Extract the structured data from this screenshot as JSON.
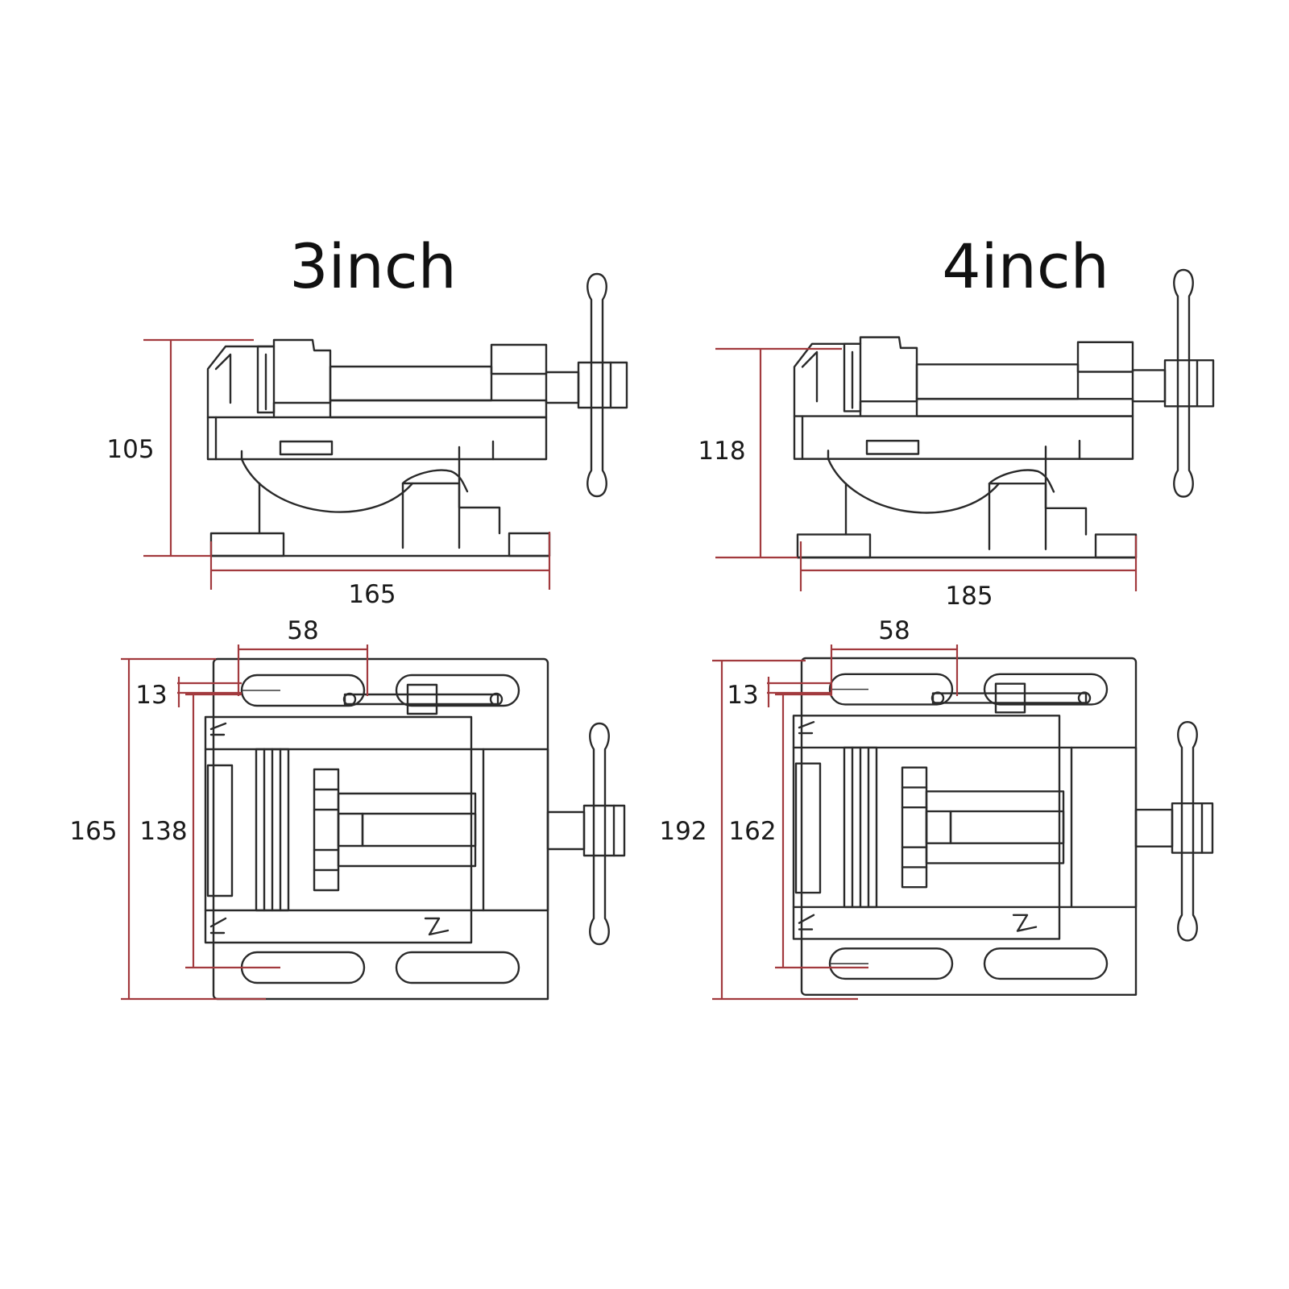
{
  "colors": {
    "outline": "#2a2a2a",
    "dimension_line": "#a23a3e",
    "background": "#ffffff"
  },
  "vise_3inch": {
    "title": "3inch",
    "side_view": {
      "height": "105",
      "length": "165"
    },
    "top_view": {
      "slot_spacing": "58",
      "slot_width": "13",
      "overall_depth": "165",
      "inner_depth": "138"
    }
  },
  "vise_4inch": {
    "title": "4inch",
    "side_view": {
      "height": "118",
      "length": "185"
    },
    "top_view": {
      "slot_spacing": "58",
      "slot_width": "13",
      "overall_depth": "192",
      "inner_depth": "162"
    }
  }
}
